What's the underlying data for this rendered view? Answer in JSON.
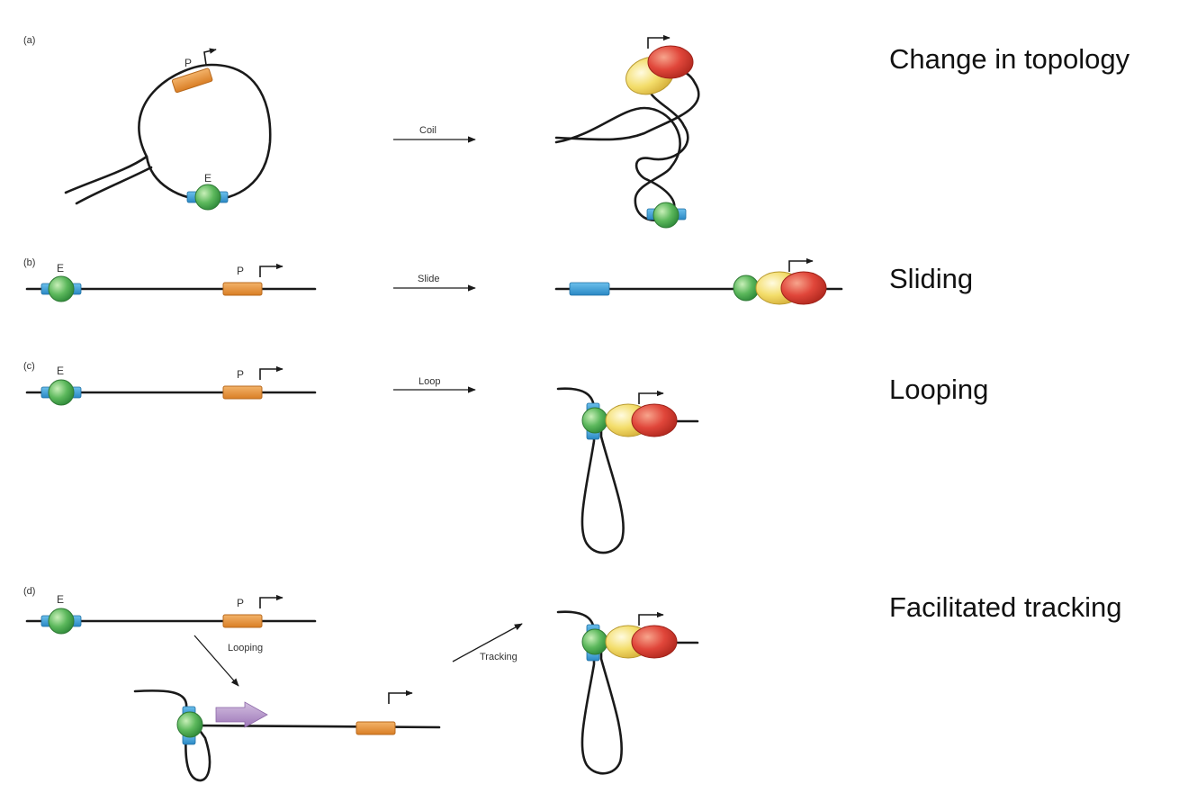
{
  "panels": [
    {
      "label": "(a)",
      "title": "Change in topology",
      "step": "Coil",
      "enhancer": "E",
      "promoter": "P"
    },
    {
      "label": "(b)",
      "title": "Sliding",
      "step": "Slide",
      "enhancer": "E",
      "promoter": "P"
    },
    {
      "label": "(c)",
      "title": "Looping",
      "step": "Loop",
      "enhancer": "E",
      "promoter": "P"
    },
    {
      "label": "(d)",
      "title": "Facilitated tracking",
      "step": "Looping",
      "step2": "Tracking",
      "enhancer": "E",
      "promoter": "P"
    }
  ],
  "colors": {
    "dna": "#1a1a1a",
    "promoter": "#e8953a",
    "enhancer_site": "#3ea0d8",
    "activator": "#5cb85c",
    "factor_yellow": "#f3dd6a",
    "factor_red": "#e0463a",
    "tracking_arrow": "#b492c6"
  },
  "icons": {
    "tss": "bent-arrow-icon",
    "direction": "block-arrow-right-icon"
  }
}
